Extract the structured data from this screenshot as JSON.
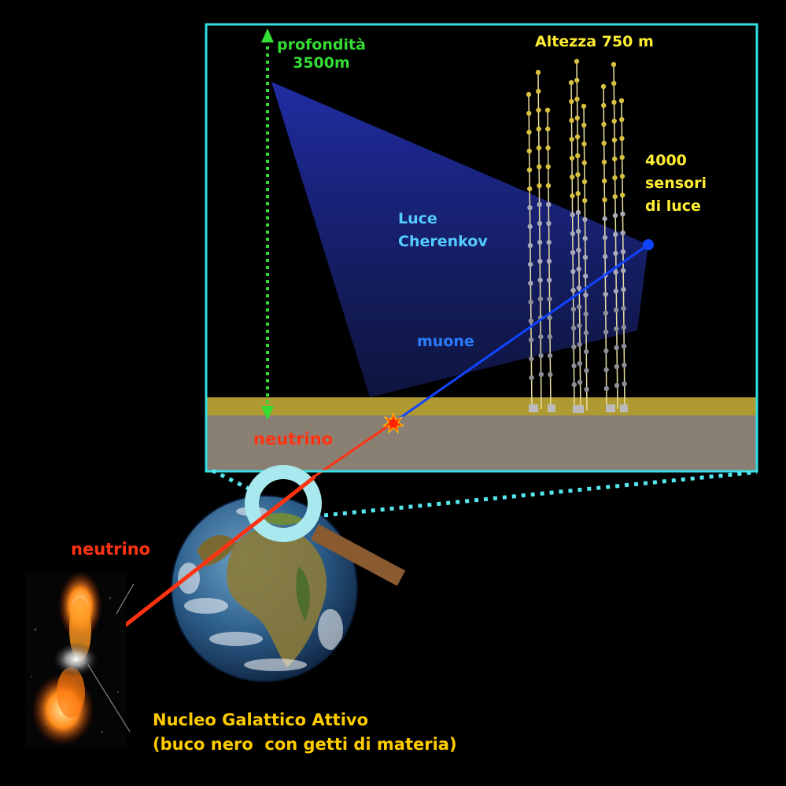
{
  "labels": {
    "depth_word": "profondità",
    "depth_value": "3500m",
    "height": "Altezza 750 m",
    "sensors_line1": "4000",
    "sensors_line2": "sensori",
    "sensors_line3": "di luce",
    "cherenkov_line1": "Luce",
    "cherenkov_line2": "Cherenkov",
    "muon": "muone",
    "neutrino_detector": "neutrino",
    "neutrino_space": "neutrino",
    "agn_line1": "Nucleo Galattico Attivo",
    "agn_line2": "(buco nero  con getti di materia)"
  },
  "colors": {
    "background": "#000000",
    "inset_border": "#33e0e6",
    "depth_arrow": "#33dd33",
    "label_yellow": "#ffee33",
    "label_cyan": "#55ccff",
    "muon_track": "#1144ff",
    "neutrino_track": "#ff3311",
    "agn_label": "#ffcc00",
    "seabed": "#8a7f73",
    "sediment": "#c8b23a"
  },
  "icons": [
    "dashed-depth-arrow",
    "magnifier-icon",
    "earth-globe",
    "agn-jet-image",
    "interaction-star"
  ]
}
